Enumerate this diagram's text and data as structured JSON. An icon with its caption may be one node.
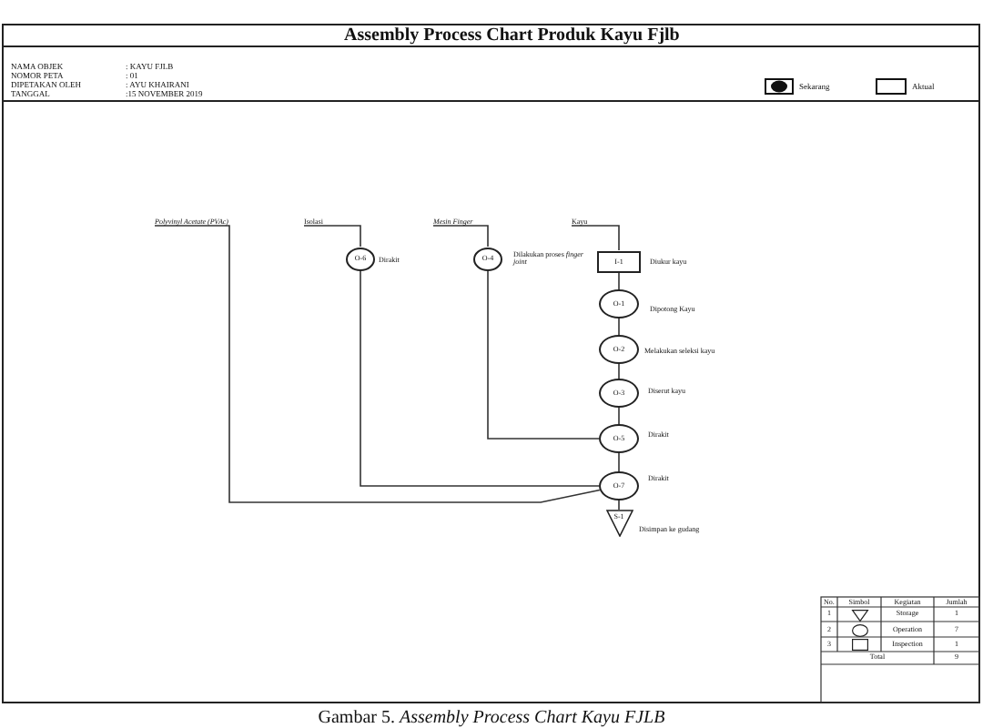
{
  "diagram": {
    "title": "Assembly Process Chart Produk Kayu Fjlb",
    "caption": "Gambar 5. *Assembly Process Chart Kayu FJLB*",
    "nodes": [
      {
        "text": [
          "Polyvinyl Acetate (PVAc)"
        ]
      },
      {
        "text": [
          "Isolasi"
        ]
      },
      {
        "text": [
          "Mesin Finger"
        ]
      },
      {
        "text": [
          "Kayu"
        ]
      },
      {
        "text": [
          "O-6"
        ],
        "beside": [
          "Dirakit"
        ]
      },
      {
        "text": [
          "O-4"
        ],
        "beside": [
          "Dilakukan proses *finger joint*"
        ]
      },
      {
        "text": [
          "I-1"
        ],
        "beside": [
          "Diukur kayu"
        ]
      },
      {
        "text": [
          "O-1"
        ],
        "beside": [
          "Dipotong Kayu"
        ]
      },
      {
        "text": [
          "O-2"
        ],
        "beside": [
          "Melakukan seleksi kayu"
        ]
      },
      {
        "text": [
          "O-3"
        ],
        "beside": [
          "Diserut kayu"
        ]
      },
      {
        "text": [
          "O-5"
        ],
        "beside": [
          "Dirakit"
        ]
      },
      {
        "text": [
          "O-7"
        ],
        "beside": [
          "Dirakit"
        ]
      },
      {
        "text": [
          "S-1"
        ],
        "beside": [
          "Disimpan ke gudang"
        ]
      }
    ],
    "edges": [
      {
        "from": 0,
        "to": 11,
        "arrow": "none"
      },
      {
        "from": 1,
        "to": 4,
        "arrow": "none"
      },
      {
        "from": 4,
        "to": 11,
        "arrow": "none"
      },
      {
        "from": 2,
        "to": 5,
        "arrow": "none"
      },
      {
        "from": 5,
        "to": 10,
        "arrow": "none"
      },
      {
        "from": 3,
        "to": 6,
        "arrow": "none"
      },
      {
        "from": 6,
        "to": 7,
        "arrow": "none"
      },
      {
        "from": 7,
        "to": 8,
        "arrow": "none"
      },
      {
        "from": 8,
        "to": 9,
        "arrow": "none"
      },
      {
        "from": 9,
        "to": 10,
        "arrow": "none"
      },
      {
        "from": 10,
        "to": 11,
        "arrow": "none"
      },
      {
        "from": 11,
        "to": 12,
        "arrow": "none"
      }
    ],
    "labels": [
      "NAMA OBJEK",
      ": KAYU FJLB",
      "NOMOR PETA",
      ": 01",
      "DIPETAKAN OLEH",
      ": AYU KHAIRANI",
      "TANGGAL",
      ":15 NOVEMBER 2019",
      "No.",
      "Simbol",
      "Kegiatan",
      "Jumlah",
      "1",
      "Storage",
      "1",
      "2",
      "Operation",
      "7",
      "3",
      "Inspection",
      "1",
      "Total",
      "9"
    ],
    "legend": [
      {
        "text": "Sekarang"
      },
      {
        "text": "Aktual"
      }
    ]
  }
}
